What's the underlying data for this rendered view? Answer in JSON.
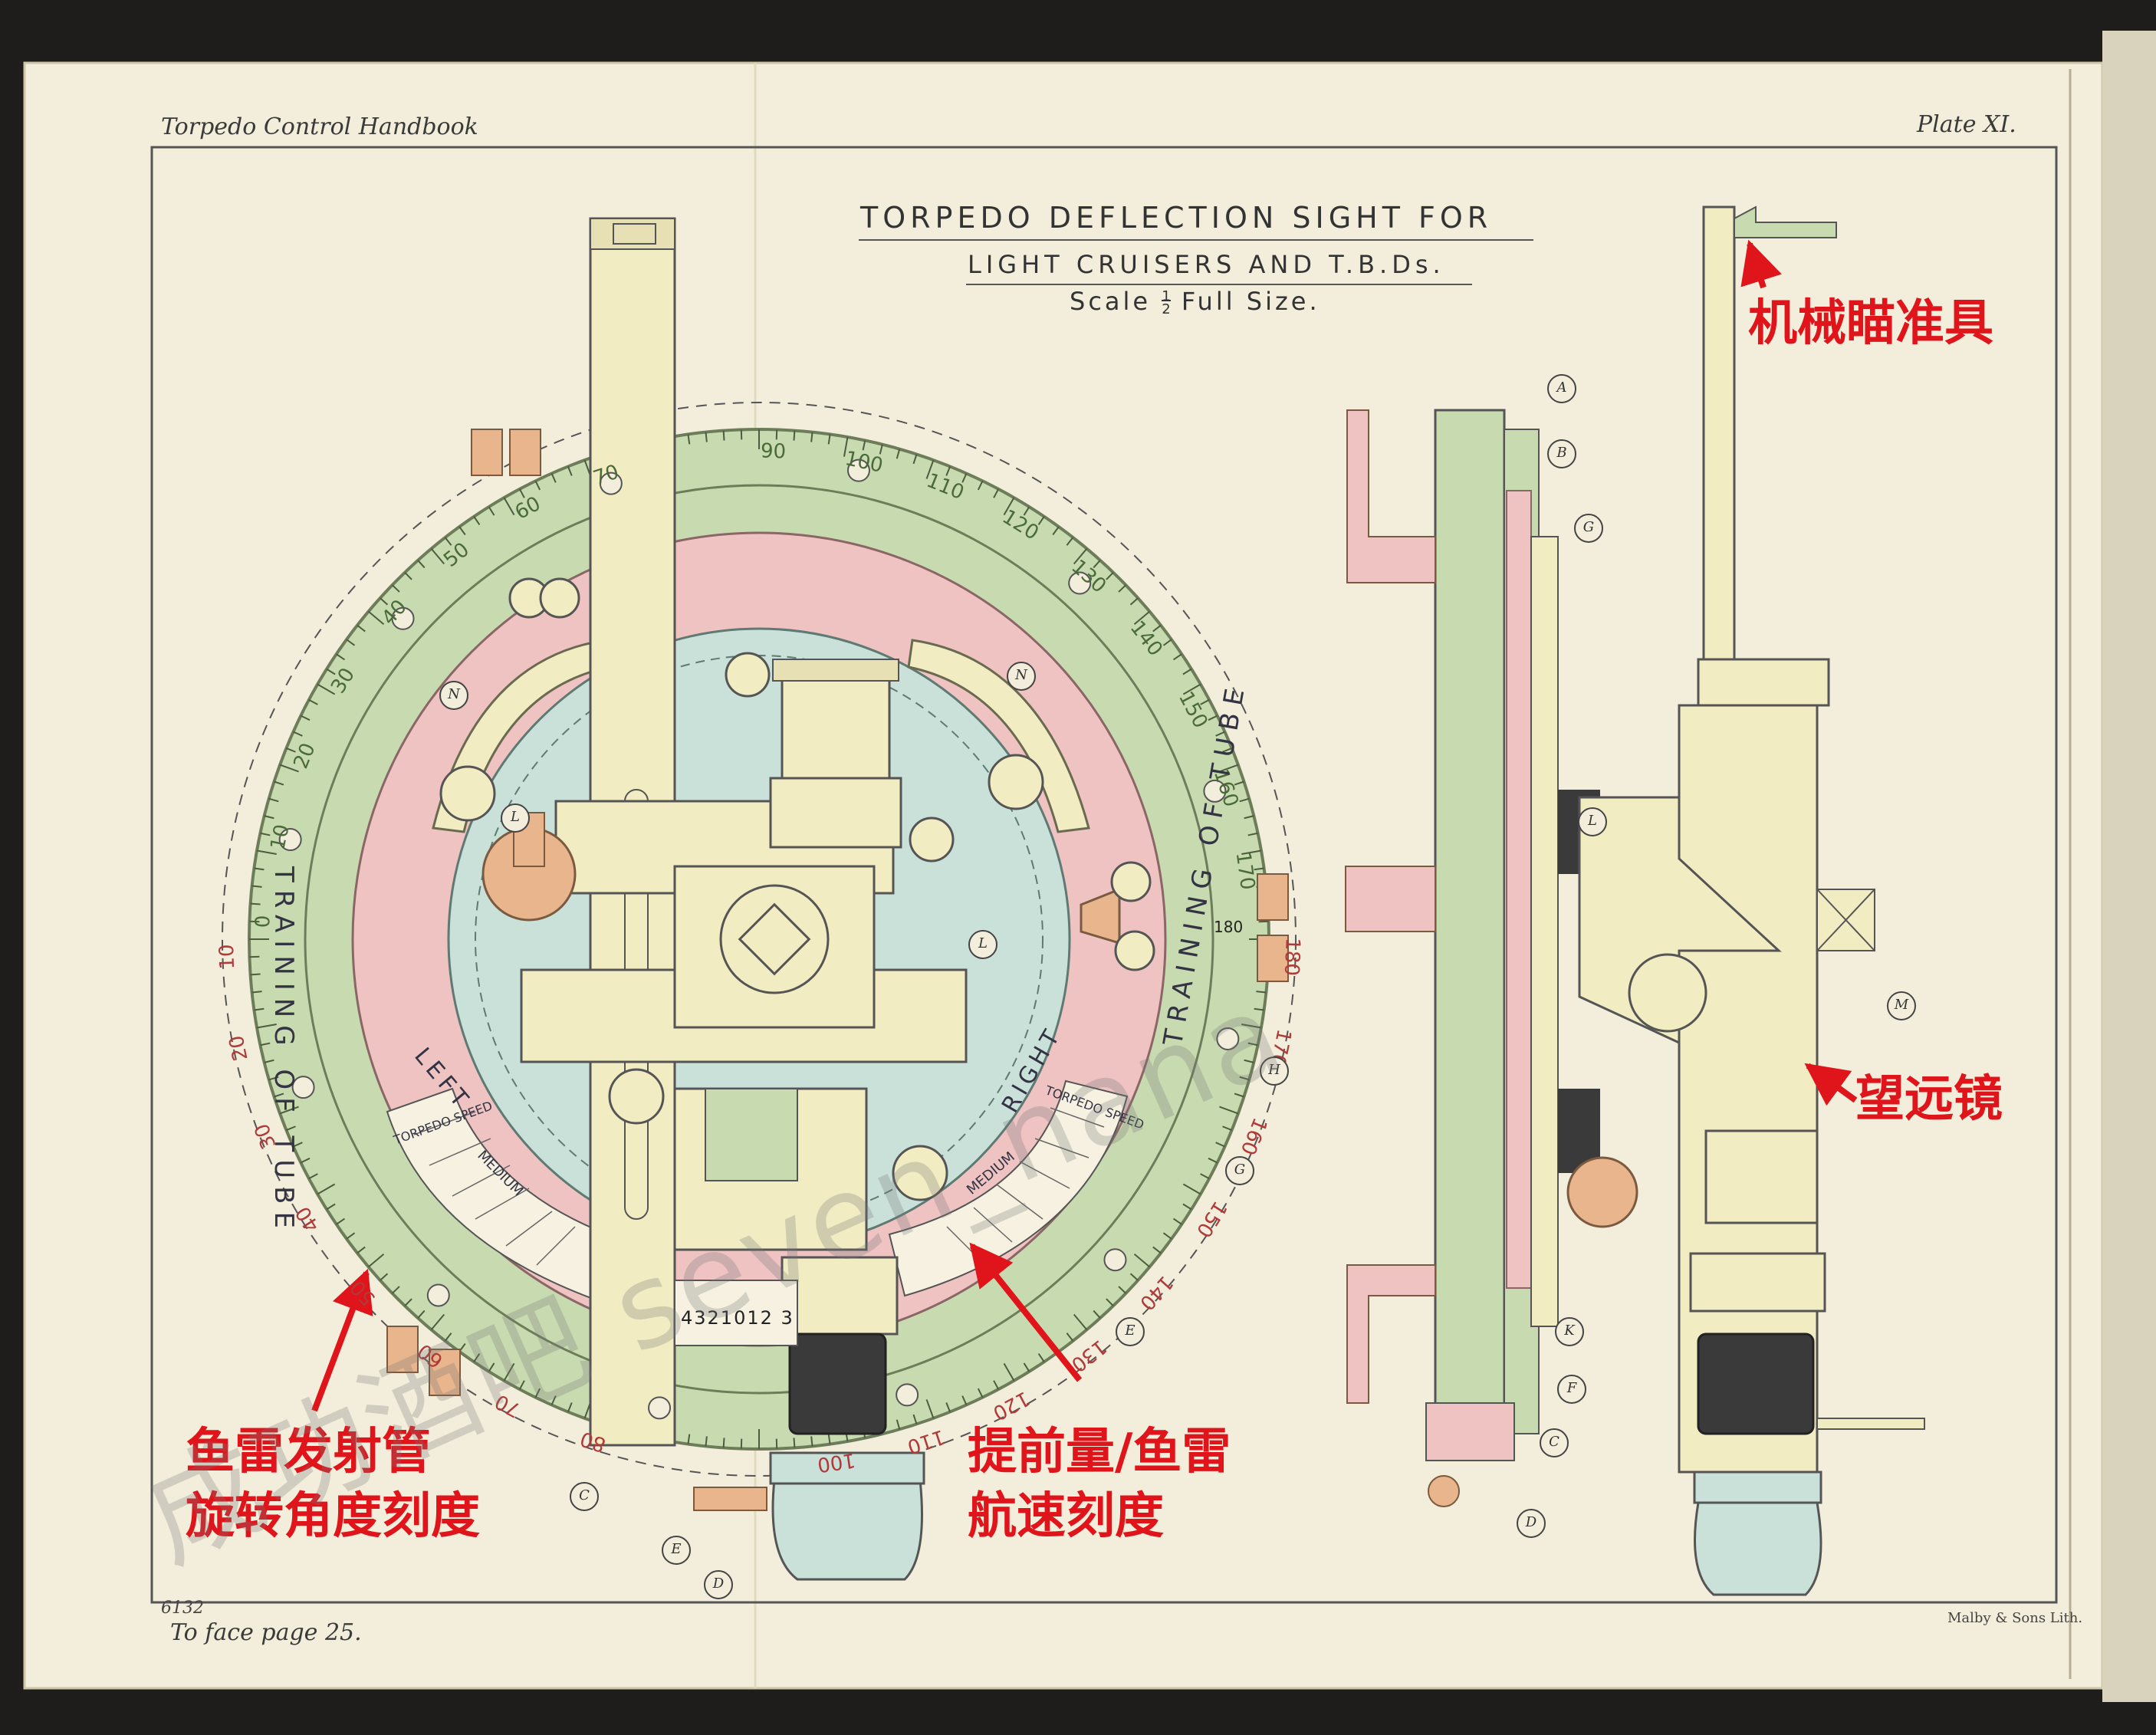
{
  "header": {
    "book_title": "Torpedo Control Handbook",
    "plate": "Plate XI."
  },
  "title": {
    "line1": "TORPEDO DEFLECTION SIGHT FOR",
    "line2": "LIGHT CRUISERS AND T.B.Ds.",
    "scale_prefix": "Scale",
    "scale_fraction_num": "1",
    "scale_fraction_den": "2",
    "scale_suffix": "Full Size."
  },
  "footer": {
    "number": "6132",
    "face_page": "To face page 25.",
    "printer": "Malby & Sons Lith."
  },
  "dial": {
    "outer_scale_green": [
      "90",
      "100",
      "110",
      "120",
      "130",
      "140",
      "150",
      "160",
      "170"
    ],
    "outer_scale_left": [
      "70",
      "60",
      "50",
      "40",
      "30",
      "20",
      "10",
      "0"
    ],
    "outer_scale_red_right": [
      "180",
      "170",
      "160",
      "150",
      "140",
      "130",
      "120",
      "110",
      "100"
    ],
    "outer_scale_red_left": [
      "10",
      "20",
      "30",
      "40",
      "50",
      "60",
      "70",
      "80"
    ],
    "training_left": "TRAINING OF TUBE",
    "training_right": "TRAINING OF TUBE",
    "left": "LEFT",
    "right": "RIGHT",
    "speed_label": "TORPEDO SPEED",
    "medium": "MEDIUM",
    "vernier": "4321012 3",
    "mark_180": "180"
  },
  "part_labels": {
    "dial_view": [
      "N",
      "N",
      "L",
      "L",
      "H",
      "G",
      "E",
      "C",
      "E",
      "D"
    ],
    "side_view": [
      "A",
      "B",
      "G",
      "L",
      "K",
      "F",
      "C",
      "D"
    ],
    "tele_view": [
      "M"
    ]
  },
  "annotations": {
    "mechanical_sight": "机械瞄准具",
    "telescope": "望远镜",
    "tube_training_scale_line1": "鱼雷发射管",
    "tube_training_scale_line2": "旋转角度刻度",
    "lead_speed_scale_line1": "提前量/鱼雷",
    "lead_speed_scale_line2": "航速刻度"
  },
  "watermark": "成功酒吧 seven_nana",
  "colors": {
    "paper": "#f3eedb",
    "green": "#c8dbb0",
    "pink": "#eec3c2",
    "blue": "#c9e1d8",
    "cream": "#f2ecc2",
    "orange": "#e8b58c",
    "annotation_red": "#e0141b"
  }
}
